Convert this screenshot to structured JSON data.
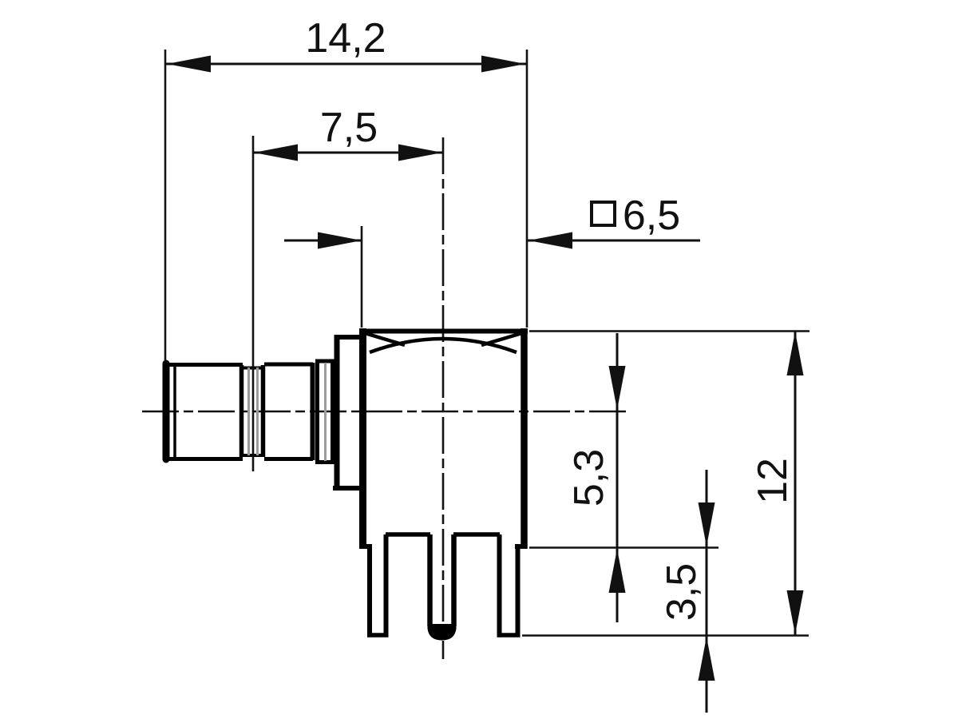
{
  "drawing": {
    "description": "technical dimension drawing, side view of right-angle coax PCB connector",
    "units_note": "comma decimal separators",
    "colors": {
      "background": "#ffffff",
      "line": "#111111",
      "detail_gray": "#9b9b9b"
    },
    "labels": {
      "overall_length": "14,2",
      "plug_length": "7,5",
      "square_symbol": "□",
      "square_size": "6,5",
      "axis_height": "5,3",
      "leg_length": "3,5",
      "overall_height": "12"
    }
  }
}
